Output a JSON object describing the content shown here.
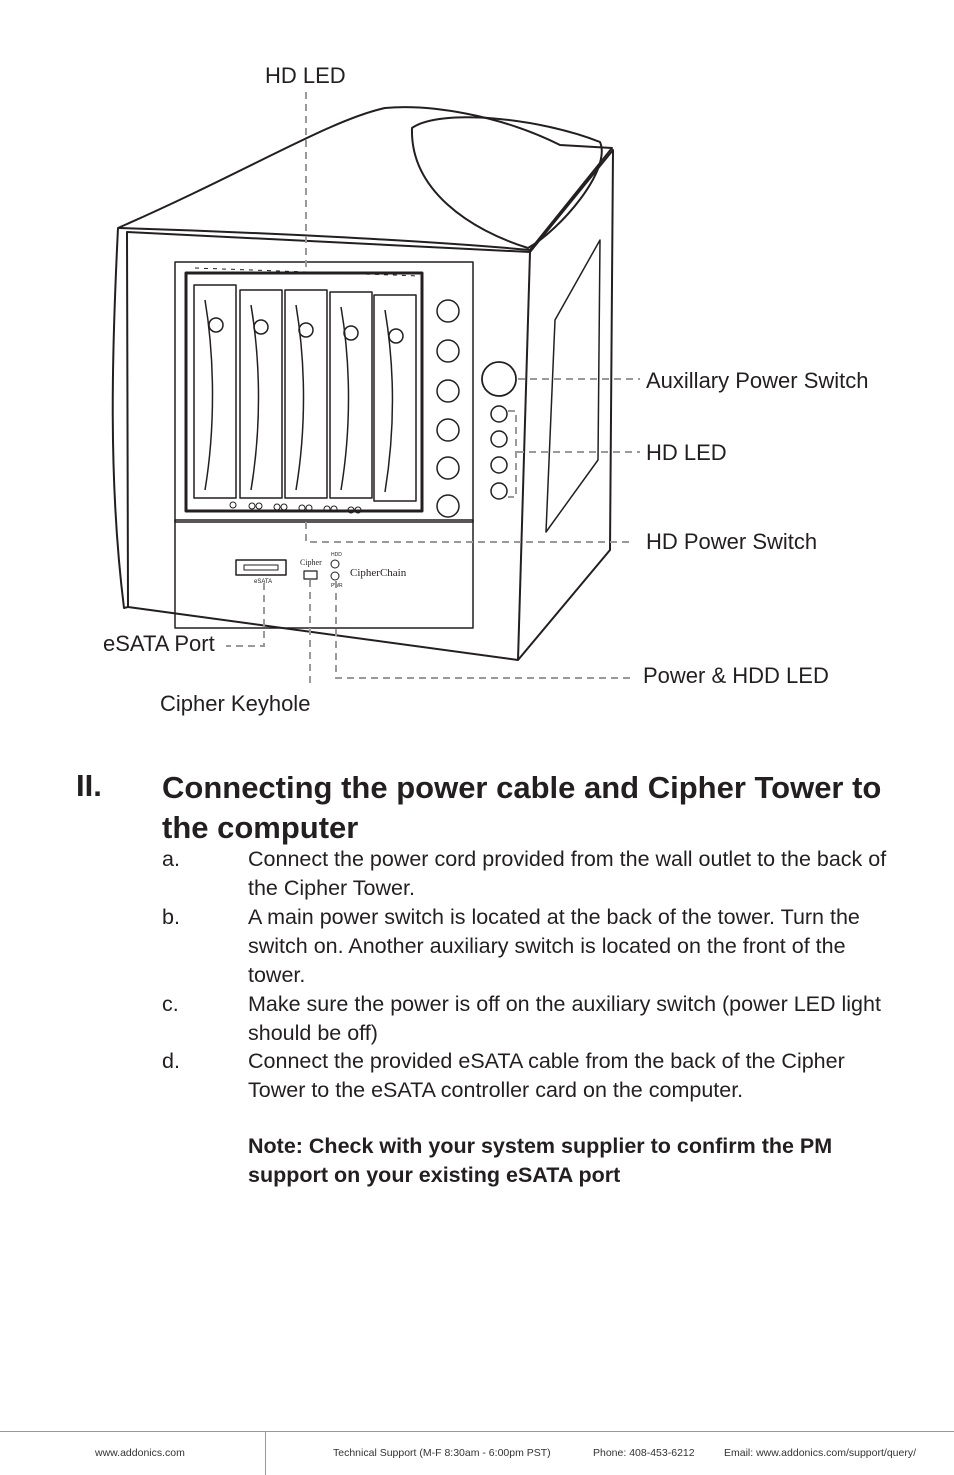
{
  "callouts": {
    "hd_led_top": "HD LED",
    "auxillary_power_switch": "Auxillary Power Switch",
    "hd_led_right": "HD LED",
    "hd_power_switch": "HD Power Switch",
    "esata_port": "eSATA Port",
    "power_hdd_led": "Power & HDD LED",
    "cipher_keyhole": "Cipher Keyhole"
  },
  "device_markings": {
    "esata": "eSATA",
    "cipher": "Cipher",
    "brand": "CipherChain",
    "hdd": "HDD",
    "pwr": "PWR"
  },
  "section": {
    "number": "II.",
    "title": "Connecting the power cable and Cipher Tower to the computer"
  },
  "steps": [
    {
      "letter": "a.",
      "text": "Connect the power cord provided from the wall outlet to the back of the Cipher Tower."
    },
    {
      "letter": "b.",
      "text": "A main power switch is located at the back of the tower. Turn the switch on. Another auxiliary switch is located on the front of the tower."
    },
    {
      "letter": "c.",
      "text": "Make sure the power is off on the auxiliary switch (power LED light should be off)"
    },
    {
      "letter": "d.",
      "text": "Connect the provided eSATA cable from the back of the Cipher Tower to the eSATA controller card on the computer."
    }
  ],
  "note": "Note: Check with your system supplier to confirm the PM support on your existing eSATA port",
  "footer": {
    "website": "www.addonics.com",
    "support": "Technical Support (M-F 8:30am - 6:00pm PST)",
    "phone": "Phone: 408-453-6212",
    "email": "Email: www.addonics.com/support/query/"
  }
}
